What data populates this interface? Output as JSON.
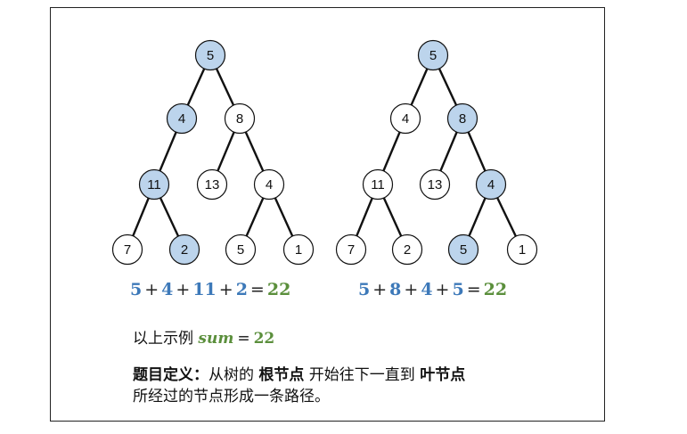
{
  "colors": {
    "highlight": "#bcd4ec",
    "plain": "#ffffff",
    "number": "#3d79b9",
    "result": "#5b8f3c"
  },
  "trees": [
    {
      "nodes": [
        {
          "id": "a",
          "label": "5",
          "hl": true
        },
        {
          "id": "b",
          "label": "4",
          "hl": true
        },
        {
          "id": "c",
          "label": "8",
          "hl": false
        },
        {
          "id": "d",
          "label": "11",
          "hl": true
        },
        {
          "id": "e",
          "label": "13",
          "hl": false
        },
        {
          "id": "f",
          "label": "4",
          "hl": false
        },
        {
          "id": "g",
          "label": "7",
          "hl": false
        },
        {
          "id": "h",
          "label": "2",
          "hl": true
        },
        {
          "id": "i",
          "label": "5",
          "hl": false
        },
        {
          "id": "j",
          "label": "1",
          "hl": false
        }
      ],
      "equation": {
        "terms": [
          "5",
          "4",
          "11",
          "2"
        ],
        "op": "+",
        "eq": "=",
        "result": "22"
      }
    },
    {
      "nodes": [
        {
          "id": "a",
          "label": "5",
          "hl": true
        },
        {
          "id": "b",
          "label": "4",
          "hl": false
        },
        {
          "id": "c",
          "label": "8",
          "hl": true
        },
        {
          "id": "d",
          "label": "11",
          "hl": false
        },
        {
          "id": "e",
          "label": "13",
          "hl": false
        },
        {
          "id": "f",
          "label": "4",
          "hl": true
        },
        {
          "id": "g",
          "label": "7",
          "hl": false
        },
        {
          "id": "h",
          "label": "2",
          "hl": false
        },
        {
          "id": "i",
          "label": "5",
          "hl": true
        },
        {
          "id": "j",
          "label": "1",
          "hl": false
        }
      ],
      "equation": {
        "terms": [
          "5",
          "8",
          "4",
          "5"
        ],
        "op": "+",
        "eq": "=",
        "result": "22"
      }
    }
  ],
  "example": {
    "prefix": "以上示例",
    "var": "sum",
    "eq": "=",
    "value": "22"
  },
  "definition": {
    "bold_lead": "题目定义：",
    "part1": "从树的 ",
    "bold1": "根节点",
    "part2": " 开始往下一直到 ",
    "bold2": "叶节点",
    "line2": "所经过的节点形成一条路径。"
  }
}
